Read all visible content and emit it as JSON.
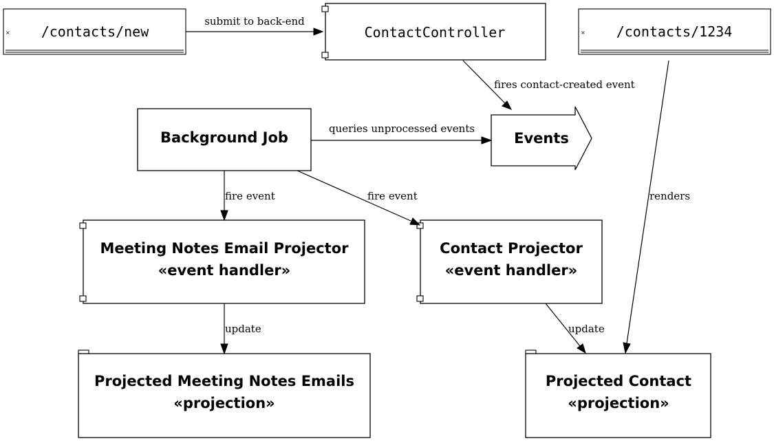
{
  "pages": {
    "new_contact": {
      "label": "/contacts/new",
      "icon": "broken-image-icon",
      "icon_glyph": "×"
    },
    "contact_view": {
      "label": "/contacts/1234",
      "icon": "broken-image-icon",
      "icon_glyph": "×"
    }
  },
  "components": {
    "controller": {
      "label": "ContactController"
    },
    "background_job": {
      "label": "Background Job"
    },
    "events": {
      "label": "Events"
    },
    "meeting_projector": {
      "line1": "Meeting Notes Email Projector",
      "line2": "«event handler»"
    },
    "contact_projector": {
      "line1": "Contact Projector",
      "line2": "«event handler»"
    },
    "meeting_projection": {
      "line1": "Projected Meeting Notes Emails",
      "line2": "«projection»"
    },
    "contact_projection": {
      "line1": "Projected Contact",
      "line2": "«projection»"
    }
  },
  "edges": {
    "submit": "submit to back-end",
    "fires": "fires contact-created event",
    "queries": "queries unprocessed events",
    "fire_event_left": "fire event",
    "fire_event_right": "fire event",
    "update_left": "update",
    "update_right": "update",
    "renders": "renders"
  }
}
